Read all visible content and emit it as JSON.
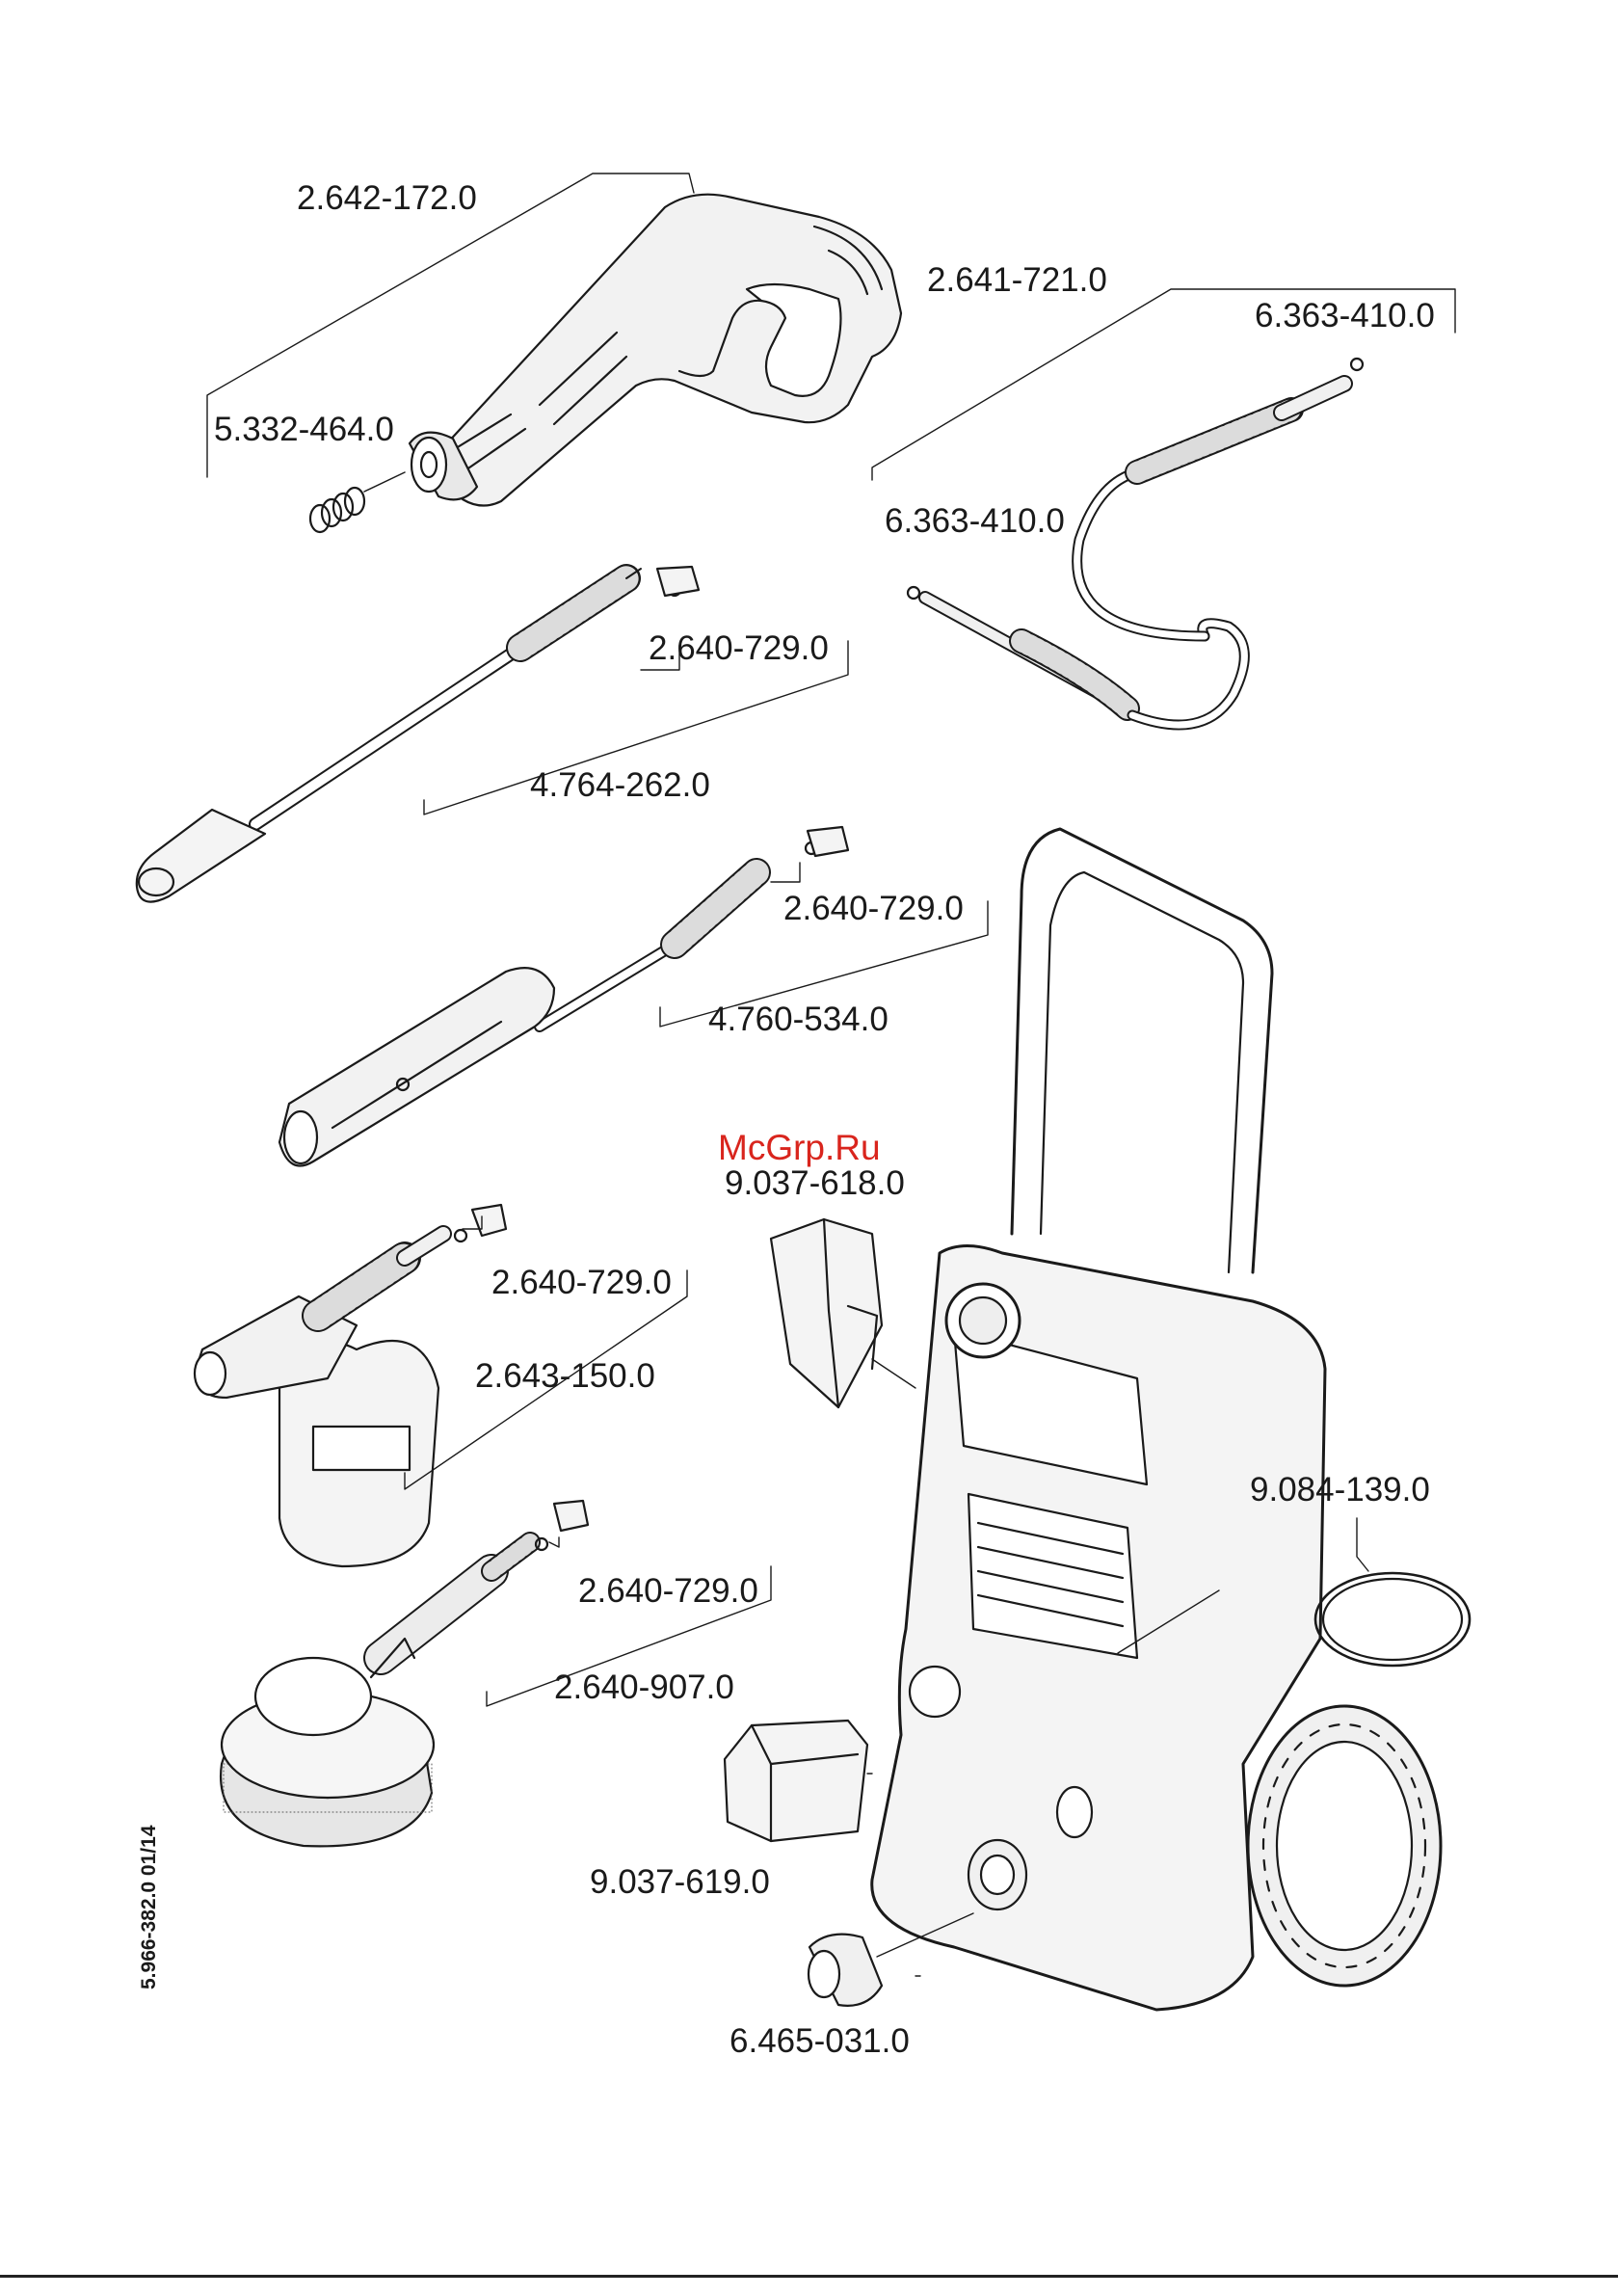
{
  "watermark": "McGrp.Ru",
  "doc_ref": "5.966-382.0  01/14",
  "parts": {
    "trigger_gun": "2.642-172.0",
    "trigger_gun_seal": "5.332-464.0",
    "hose": "2.641-721.0",
    "hose_oring_top": "6.363-410.0",
    "hose_oring_bottom": "6.363-410.0",
    "dirt_blaster_lance": "4.764-262.0",
    "nozzle_set_1": "2.640-729.0",
    "vario_lance": "4.760-534.0",
    "nozzle_set_2": "2.640-729.0",
    "foam_nozzle": "2.643-150.0",
    "nozzle_set_3": "2.640-729.0",
    "rotary_brush": "2.640-907.0",
    "nozzle_set_4": "2.640-729.0",
    "holder_top": "9.037-618.0",
    "hose_guide": "9.084-139.0",
    "holder_bottom": "9.037-619.0",
    "water_connector": "6.465-031.0"
  }
}
